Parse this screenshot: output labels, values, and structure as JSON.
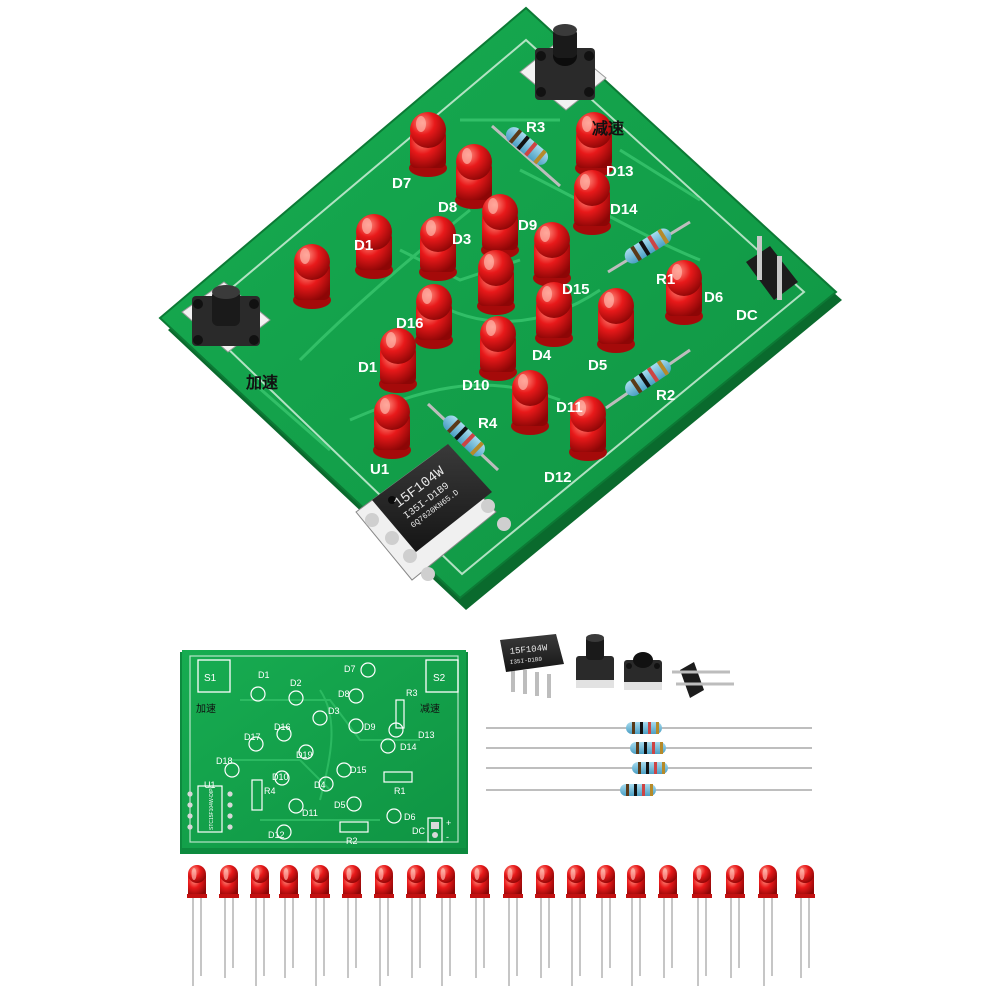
{
  "colors": {
    "pcb": "#13a04a",
    "pcb_dark": "#0d7d37",
    "pcb_edge": "#0a6a2d",
    "trace": "#2fc064",
    "silk": "#ffffff",
    "led": "#e01414",
    "led_light": "#ff6a5a",
    "led_dark": "#9c0707",
    "chip": "#222222",
    "pin": "#bdbdbd",
    "resistor": "#7fc4e0",
    "button": "#222222"
  },
  "assembled": {
    "led_labels": [
      "D7",
      "D8",
      "D9",
      "D13",
      "D14",
      "D3",
      "D1",
      "D15",
      "D6",
      "D16",
      "D4",
      "D5",
      "D10",
      "D11",
      "D12",
      "D1",
      "U1"
    ],
    "resistor_labels": [
      "R3",
      "R1",
      "R2",
      "R4"
    ],
    "connector_label": "DC",
    "speed_down_label": "减速",
    "speed_up_label": "加速",
    "chip_marking_1": "15F104W",
    "chip_marking_2": "I35I-D1B9",
    "chip_marking_3": "GQ7620KN65.D"
  },
  "bare": {
    "switch_labels": [
      "S1",
      "S2"
    ],
    "speed_up_label": "加速",
    "speed_down_label": "减速",
    "led_labels": [
      "D1",
      "D2",
      "D7",
      "D8",
      "D3",
      "D9",
      "D13",
      "D16",
      "D17",
      "D19",
      "D14",
      "D18",
      "D15",
      "D10",
      "D4",
      "D5",
      "D6",
      "D11",
      "D12"
    ],
    "resistor_labels": [
      "R3",
      "R4",
      "R1",
      "R2"
    ],
    "ic_label": "U1",
    "dc_label": "DC",
    "polarity_plus": "+",
    "polarity_minus": "-",
    "footprint_text": "STC15F104W-DIP8"
  },
  "loose_chip": {
    "marking_1": "15F104W",
    "marking_2": "I35I-D1B9"
  }
}
